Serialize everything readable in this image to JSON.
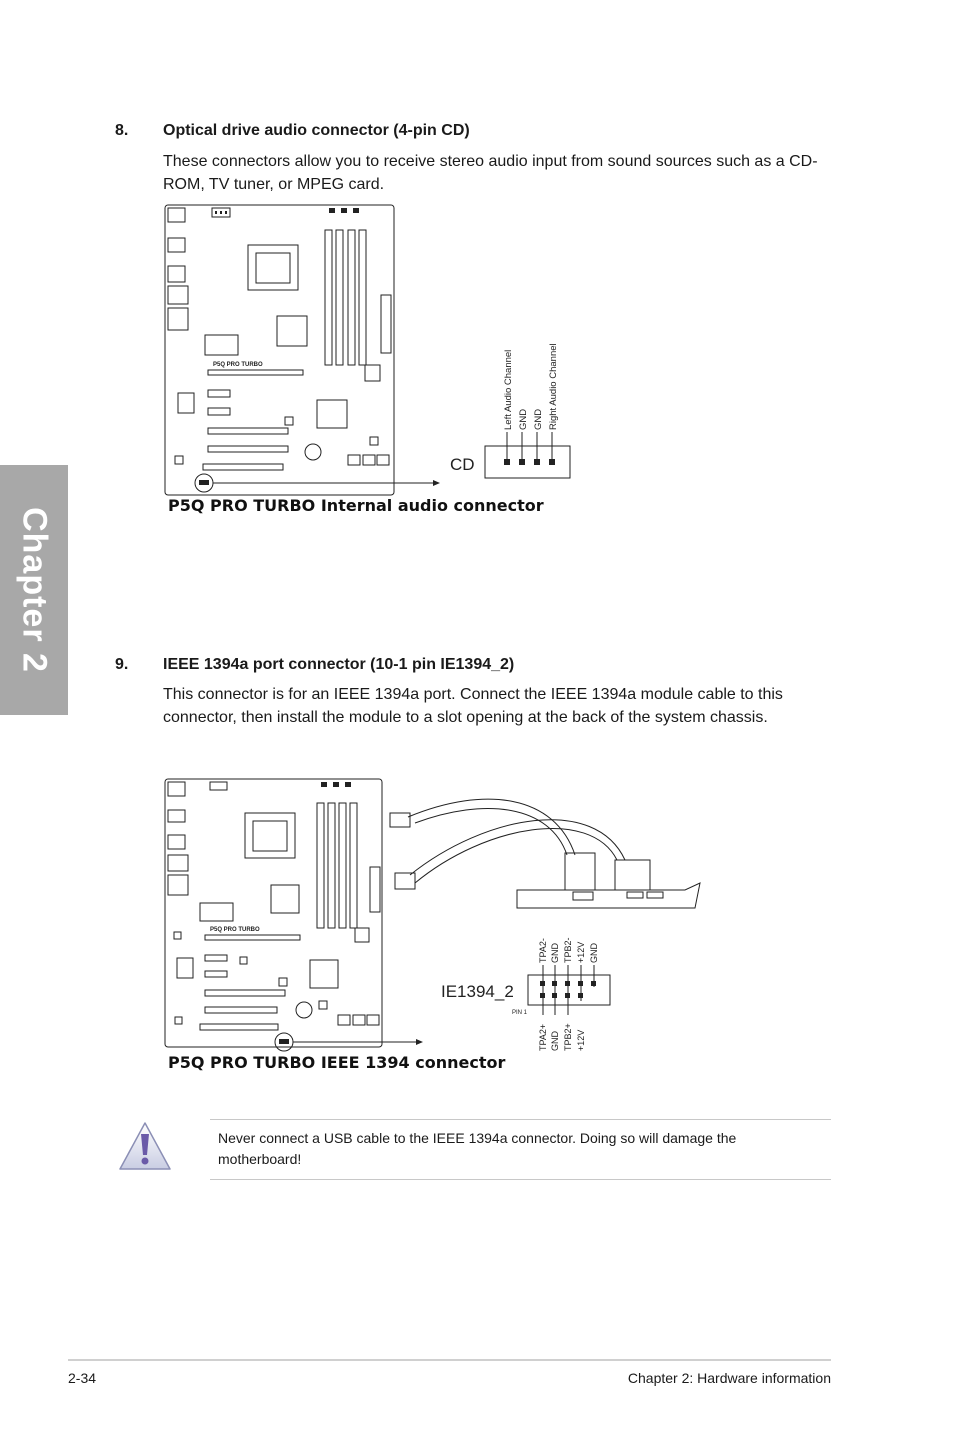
{
  "chapter_tab": "Chapter 2",
  "sections": [
    {
      "number": "8.",
      "title": "Optical drive audio connector (4-pin CD)",
      "body": "These connectors allow you to receive stereo audio input from sound sources such as a CD-ROM, TV tuner, or MPEG card.",
      "figure": {
        "board_label": "P5Q PRO TURBO",
        "connector_label": "CD",
        "pins": [
          "Left Audio Channel",
          "GND",
          "GND",
          "Right Audio Channel"
        ],
        "caption": "P5Q PRO TURBO Internal audio connector"
      }
    },
    {
      "number": "9.",
      "title": "IEEE 1394a port connector (10-1 pin IE1394_2)",
      "body": "This connector is for an IEEE 1394a port. Connect the IEEE 1394a module cable to this connector, then install the module to a slot opening at the back of the system chassis.",
      "figure": {
        "board_label": "P5Q PRO TURBO",
        "connector_label": "IE1394_2",
        "top_pins": [
          "TPA2-",
          "GND",
          "TPB2-",
          "+12V",
          "GND"
        ],
        "bottom_pins": [
          "TPA2+",
          "GND",
          "TPB2+",
          "+12V"
        ],
        "pin1_label": "PIN 1",
        "caption": "P5Q PRO TURBO IEEE 1394 connector"
      }
    }
  ],
  "note": {
    "icon": "warning-icon",
    "text": "Never connect a USB cable to the IEEE 1394a connector. Doing so will damage the motherboard!"
  },
  "footer": {
    "page_number": "2-34",
    "chapter_title": "Chapter 2: Hardware information"
  }
}
